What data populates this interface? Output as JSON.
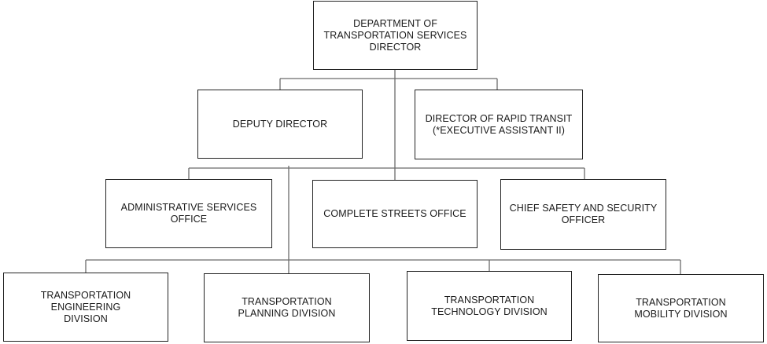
{
  "org_chart": {
    "director": "DEPARTMENT OF\nTRANSPORTATION SERVICES\nDIRECTOR",
    "deputy_director": "DEPUTY DIRECTOR",
    "rapid_transit": "DIRECTOR OF RAPID TRANSIT\n(*EXECUTIVE ASSISTANT II)",
    "admin_services": "ADMINISTRATIVE SERVICES\nOFFICE",
    "complete_streets": "COMPLETE STREETS OFFICE",
    "chief_safety": "CHIEF SAFETY AND SECURITY\nOFFICER",
    "engineering": "TRANSPORTATION\nENGINEERING\nDIVISION",
    "planning": "TRANSPORTATION\nPLANNING DIVISION",
    "technology": "TRANSPORTATION\nTECHNOLOGY DIVISION",
    "mobility": "TRANSPORTATION\nMOBILITY DIVISION"
  },
  "colors": {
    "box_border": "#222222",
    "connector": "#6b6b6b",
    "text": "#1a1a1a"
  }
}
